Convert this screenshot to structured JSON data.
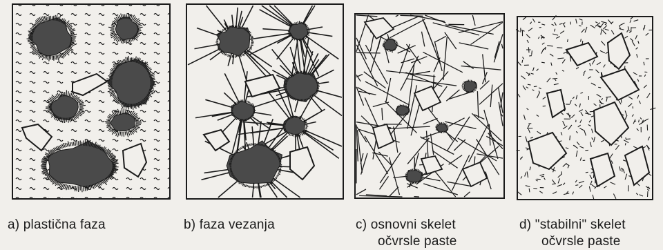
{
  "panels": [
    {
      "key": "a",
      "caption": "a)  plastična faza",
      "caption_line2": ""
    },
    {
      "key": "b",
      "caption": "b)  faza vezanja",
      "caption_line2": ""
    },
    {
      "key": "c",
      "caption": "c)  osnovni skelet",
      "caption_line2": "očvrsle paste"
    },
    {
      "key": "d",
      "caption": "d)  \"stabilni\" skelet",
      "caption_line2": "očvrsle paste"
    }
  ],
  "colors": {
    "ink": "#1a1a1a",
    "grain": "#4a4a4a",
    "background": "#f1efeb"
  }
}
